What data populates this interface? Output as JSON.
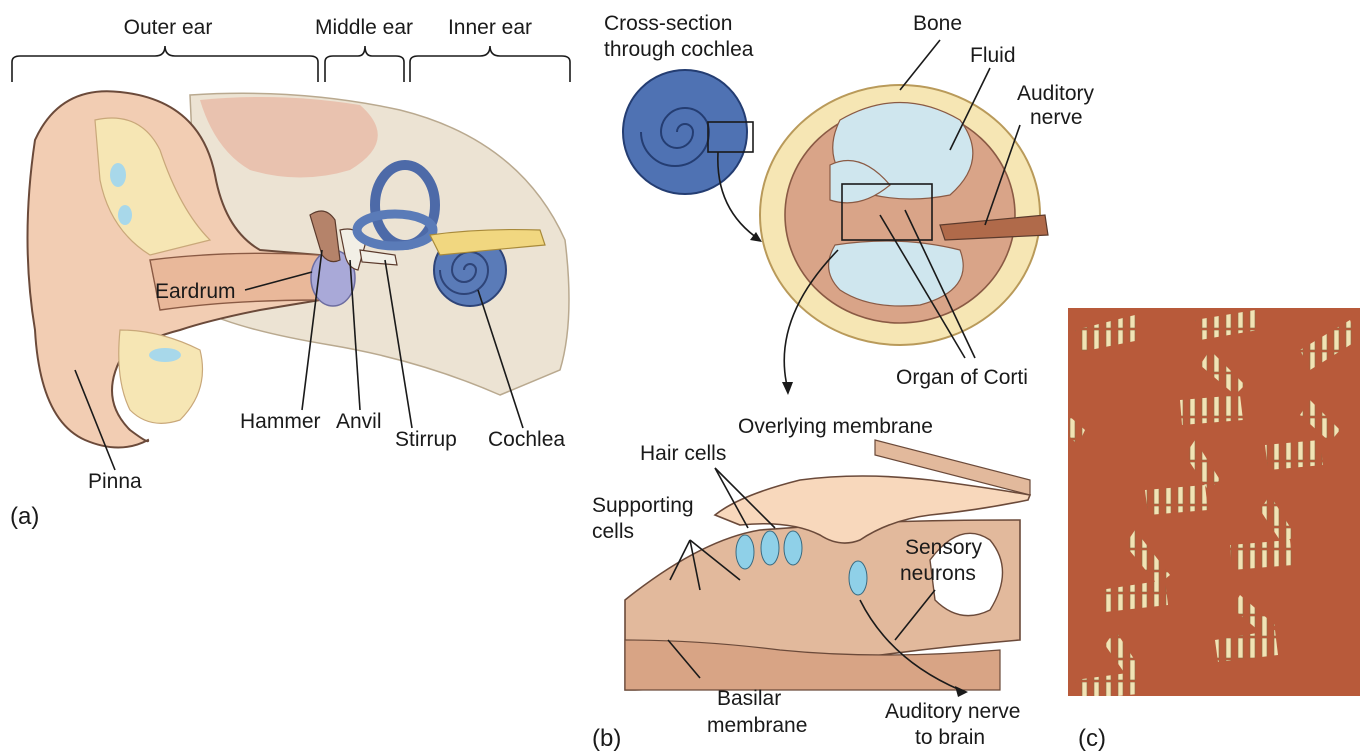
{
  "panel_a": {
    "regions": {
      "outer": "Outer ear",
      "middle": "Middle ear",
      "inner": "Inner ear"
    },
    "labels": {
      "eardrum": "Eardrum",
      "hammer": "Hammer",
      "anvil": "Anvil",
      "stirrup": "Stirrup",
      "cochlea": "Cochlea",
      "pinna": "Pinna"
    },
    "tag": "(a)"
  },
  "panel_b": {
    "cross_section_1": "Cross-section",
    "cross_section_2": "through cochlea",
    "bone": "Bone",
    "fluid": "Fluid",
    "auditory_nerve_1": "Auditory",
    "auditory_nerve_2": "nerve",
    "organ_of_corti": "Organ of Corti",
    "overlying_membrane": "Overlying membrane",
    "hair_cells": "Hair cells",
    "supporting_1": "Supporting",
    "supporting_2": "cells",
    "sensory_1": "Sensory",
    "sensory_2": "neurons",
    "basilar_1": "Basilar",
    "basilar_2": "membrane",
    "nerve_brain_1": "Auditory nerve",
    "nerve_brain_2": "to brain",
    "tag": "(b)"
  },
  "panel_c": {
    "tag": "(c)"
  },
  "colors": {
    "skin": "#f2cdb3",
    "bone": "#f6e6b4",
    "cochlea_blue": "#5a7bb8",
    "fluid": "#cfe6ee",
    "micrograph": "#b85a3a",
    "hair": "#f1e3b5"
  }
}
